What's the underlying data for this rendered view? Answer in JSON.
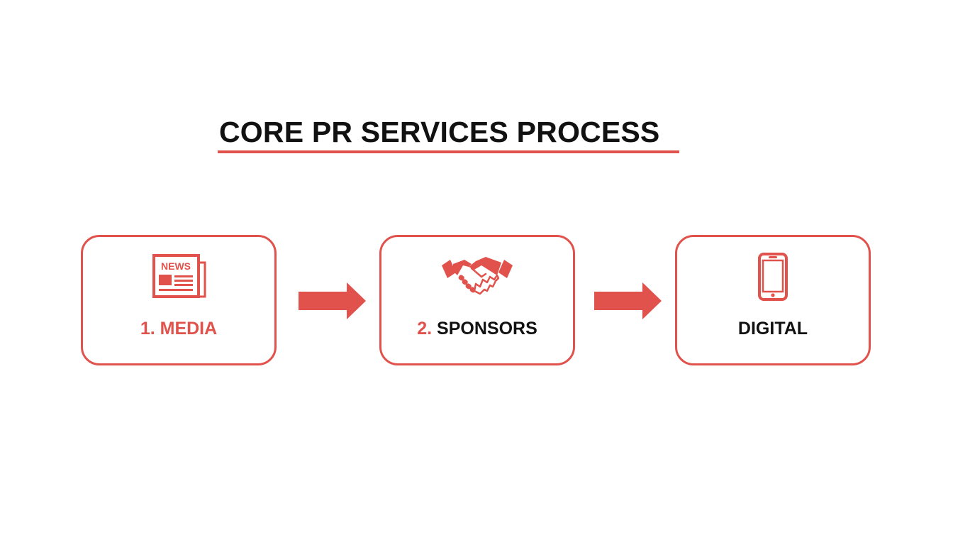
{
  "title": "CORE PR SERVICES PROCESS",
  "accent_color": "#e0524b",
  "text_color": "#111111",
  "steps": [
    {
      "icon": "newspaper-icon",
      "icon_text": "NEWS",
      "number": "1.",
      "label": "MEDIA"
    },
    {
      "icon": "handshake-icon",
      "number": "2.",
      "label": "SPONSORS"
    },
    {
      "icon": "smartphone-icon",
      "number": "",
      "label": "DIGITAL"
    }
  ],
  "connectors": [
    {
      "from": "MEDIA",
      "to": "SPONSORS"
    },
    {
      "from": "SPONSORS",
      "to": "DIGITAL"
    }
  ]
}
